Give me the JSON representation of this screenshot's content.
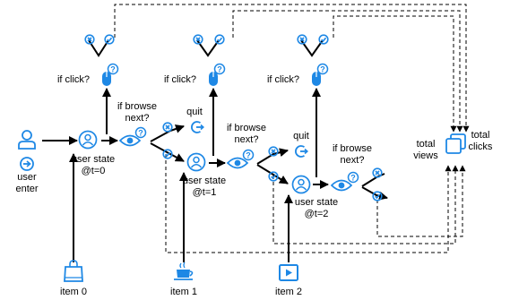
{
  "colors": {
    "accent": "#1e88e5",
    "line": "#000000",
    "background": "#ffffff"
  },
  "nodes": {
    "user": [
      "user",
      "enter"
    ],
    "user_state_0": [
      "user state",
      "@t=0"
    ],
    "user_state_1": [
      "user state",
      "@t=1"
    ],
    "user_state_2": [
      "user state",
      "@t=2"
    ],
    "total_views": [
      "total",
      "views"
    ],
    "total_clicks": [
      "total",
      "clicks"
    ],
    "items": [
      "item 0",
      "item 1",
      "item 2"
    ]
  },
  "labels": {
    "if_click": "if click?",
    "if_browse_next": [
      "if browse",
      "next?"
    ],
    "quit": "quit"
  },
  "icons": {
    "user": "person-icon",
    "enter": "enter-icon",
    "user_state": "user-state-icon",
    "view": "eye-icon",
    "question": "question-icon",
    "reject": "x-circle-icon",
    "accept": "check-circle-icon",
    "click": "mouse-icon",
    "quit": "quit-icon",
    "total": "stacked-squares-icon",
    "item0": "shopping-bag-icon",
    "item1": "coffee-cup-icon",
    "item2": "play-video-icon"
  }
}
